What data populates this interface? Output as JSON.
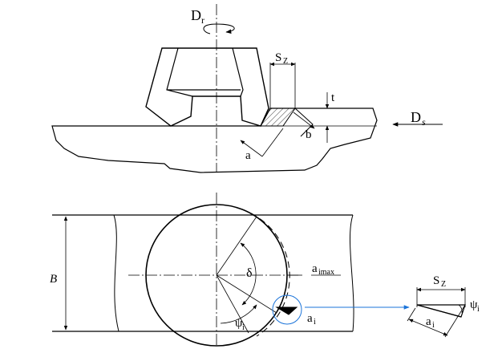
{
  "labels": {
    "dr_main": "D",
    "dr_sub": "r",
    "ds_main": "D",
    "ds_sub": "s",
    "sz_main": "S",
    "sz_sub": "Z",
    "t": "t",
    "b": "b",
    "a": "a",
    "B": "B",
    "delta": "δ",
    "aimax_main": "a",
    "aimax_sub": "imax",
    "psi_main": "ψ",
    "psi_sub": "i",
    "ai_main": "a",
    "ai_sub": "i",
    "sz2_main": "S",
    "sz2_sub": "Z",
    "psi2_main": "ψ",
    "psi2_sub": "i",
    "ai2_main": "a",
    "ai2_sub": "i"
  },
  "colors": {
    "line": "#000000",
    "pointer": "#1a73d9",
    "detail_circle": "#1a73d9"
  }
}
